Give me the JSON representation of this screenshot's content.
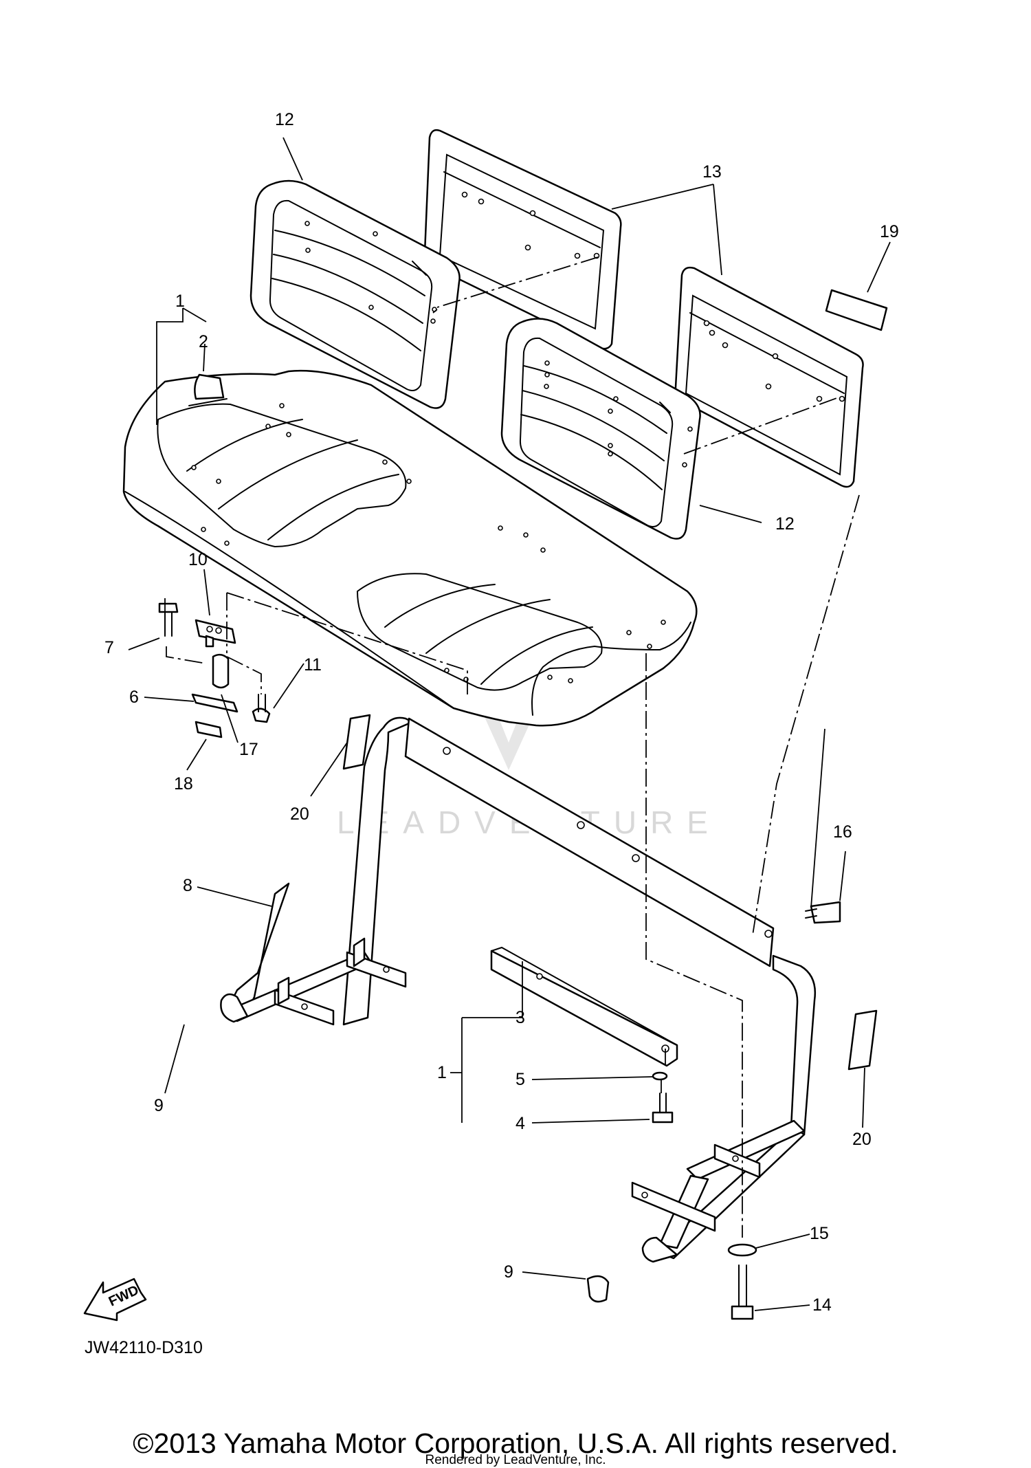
{
  "diagram": {
    "code": "JW42110-D310",
    "fwd_label": "FWD",
    "watermark": "LEADVENTURE",
    "callouts": {
      "c1_top": "1",
      "c2": "2",
      "c12_top": "12",
      "c13": "13",
      "c19": "19",
      "c12_right": "12",
      "c10": "10",
      "c7": "7",
      "c11": "11",
      "c6": "6",
      "c17": "17",
      "c18": "18",
      "c20_left": "20",
      "c16": "16",
      "c8": "8",
      "c9_left": "9",
      "c3": "3",
      "c1_bottom": "1",
      "c5": "5",
      "c4": "4",
      "c20_right": "20",
      "c15": "15",
      "c9_bottom": "9",
      "c14": "14"
    }
  },
  "footer": {
    "copyright": "©2013 Yamaha Motor Corporation, U.S.A. All rights reserved.",
    "rendered_by": "Rendered by LeadVenture, Inc."
  }
}
